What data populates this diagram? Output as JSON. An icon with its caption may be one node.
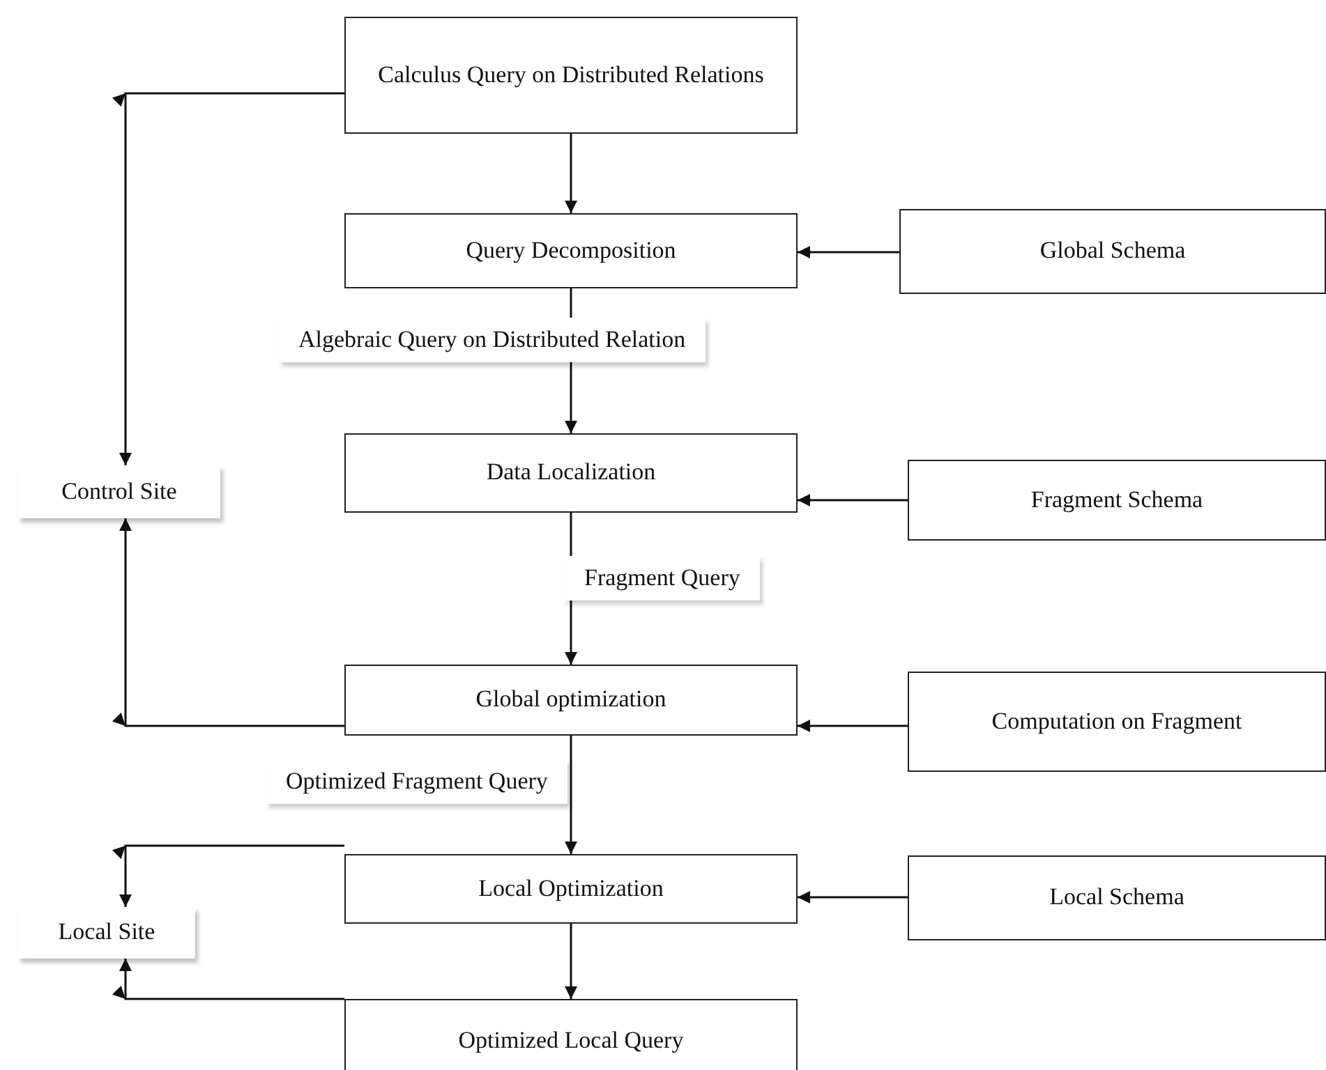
{
  "diagram": {
    "nodes": [
      {
        "text": [
          "Calculus Query on Distributed Relations"
        ]
      },
      {
        "text": [
          "Query Decomposition"
        ]
      },
      {
        "text": [
          "Global Schema"
        ]
      },
      {
        "text": [
          "Data Localization"
        ]
      },
      {
        "text": [
          "Fragment Schema"
        ]
      },
      {
        "text": [
          "Control Site"
        ]
      },
      {
        "text": [
          "Global optimization"
        ]
      },
      {
        "text": [
          "Computation on Fragment"
        ]
      },
      {
        "text": [
          "Local Optimization"
        ]
      },
      {
        "text": [
          "Local Schema"
        ]
      },
      {
        "text": [
          "Local Site"
        ]
      },
      {
        "text": [
          "Optimized Local Query"
        ]
      }
    ],
    "edges": [
      {
        "from": 0,
        "to": 1,
        "arrow": "to"
      },
      {
        "from": 2,
        "to": 1,
        "arrow": "to"
      },
      {
        "from": 1,
        "to": 3,
        "arrow": "to",
        "label": "Algebraic Query on Distributed Relation"
      },
      {
        "from": 4,
        "to": 3,
        "arrow": "to"
      },
      {
        "from": 3,
        "to": 6,
        "arrow": "to",
        "label": "Fragment Query"
      },
      {
        "from": 7,
        "to": 6,
        "arrow": "to"
      },
      {
        "from": 6,
        "to": 8,
        "arrow": "to",
        "label": "Optimized Fragment Query"
      },
      {
        "from": 9,
        "to": 8,
        "arrow": "to"
      },
      {
        "from": 8,
        "to": 11,
        "arrow": "to"
      },
      {
        "from": 0,
        "to": 5,
        "arrow": "to"
      },
      {
        "from": 6,
        "to": 5,
        "arrow": "to"
      },
      {
        "from": 8,
        "to": 10,
        "arrow": "to"
      },
      {
        "from": 11,
        "to": 10,
        "arrow": "to"
      }
    ]
  }
}
